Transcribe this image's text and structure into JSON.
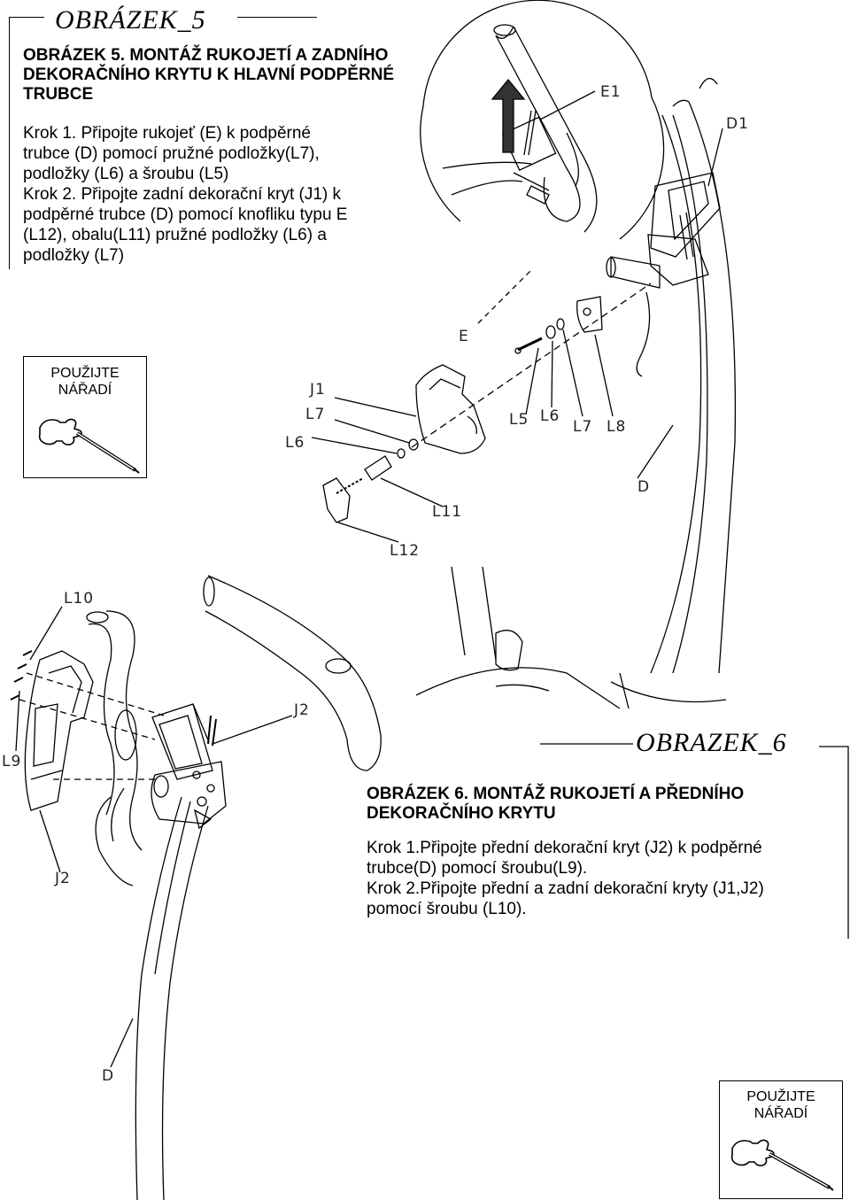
{
  "section5": {
    "title": "OBRÁZEK_5",
    "heading_lines": [
      "OBRÁZEK 5. MONTÁŽ RUKOJETÍ A ZADNÍHO",
      "DEKORAČNÍHO KRYTU K HLAVNÍ PODPĚRNÉ",
      "TRUBCE"
    ],
    "step_lines": [
      "Krok 1. Připojte rukojeť (E) k podpěrné",
      "trubce (D) pomocí pružné podložky(L7),",
      "podložky (L6) a šroubu (L5)",
      "Krok 2. Připojte zadní dekorační kryt (J1) k",
      "podpěrné trubce (D) pomocí knofliku typu E",
      "(L12), obalu(L11) pružné podložky (L6) a",
      "podložky (L7)"
    ],
    "tool_box": {
      "line1": "POUŽIJTE",
      "line2": "NÁŘADÍ"
    }
  },
  "section6": {
    "title": "OBRAZEK_6",
    "heading_lines": [
      "OBRÁZEK 6.  MONTÁŽ RUKOJETÍ A PŘEDNÍHO",
      "DEKORAČNÍHO KRYTU"
    ],
    "step_lines": [
      "Krok 1.Připojte přední dekorační kryt (J2) k podpěrné",
      "trubce(D) pomocí šroubu(L9).",
      "Krok 2.Připojte přední a zadní dekorační kryty (J1,J2)",
      "pomocí šroubu (L10)."
    ],
    "tool_box": {
      "line1": "POUŽIJTE",
      "line2": "NÁŘADÍ"
    }
  },
  "part_labels": {
    "E1": "E1",
    "D1": "D1",
    "E": "E",
    "J1": "J1",
    "L7a": "L7",
    "L6a": "L6",
    "L5": "L5",
    "L6b": "L6",
    "L7b": "L7",
    "L8": "L8",
    "D_top": "D",
    "L11": "L11",
    "L12": "L12",
    "L10": "L10",
    "L9": "L9",
    "J2": "J2",
    "J2b": "J2",
    "D_bottom": "D"
  }
}
